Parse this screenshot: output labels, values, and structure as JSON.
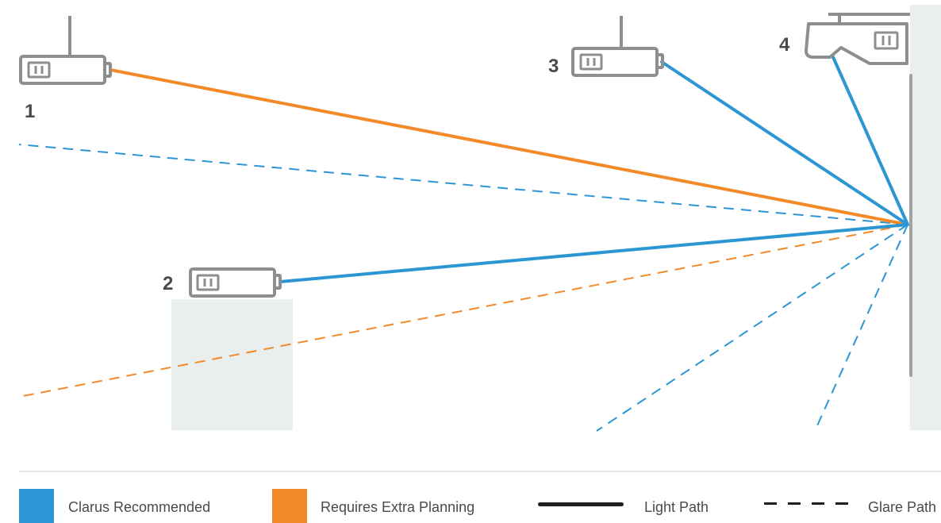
{
  "colors": {
    "recommended": "#2b96d3",
    "extra_planning": "#f28a2a",
    "fixture": "#8e8e8e",
    "wall": "#a2a2a2",
    "panel": "#e9efef"
  },
  "icons": [
    "projector-icon",
    "short-throw-projector-icon"
  ],
  "projectors": [
    {
      "number": "1",
      "type": "ceiling-mount",
      "path_color": "extra_planning"
    },
    {
      "number": "2",
      "type": "table-mount",
      "path_color": "recommended"
    },
    {
      "number": "3",
      "type": "ceiling-mount",
      "path_color": "recommended"
    },
    {
      "number": "4",
      "type": "short-throw wall-mount",
      "path_color": "recommended"
    }
  ],
  "legend": {
    "recommended": "Clarus Recommended",
    "extra_planning": "Requires Extra Planning",
    "light_path": "Light Path",
    "glare_path": "Glare Path"
  }
}
